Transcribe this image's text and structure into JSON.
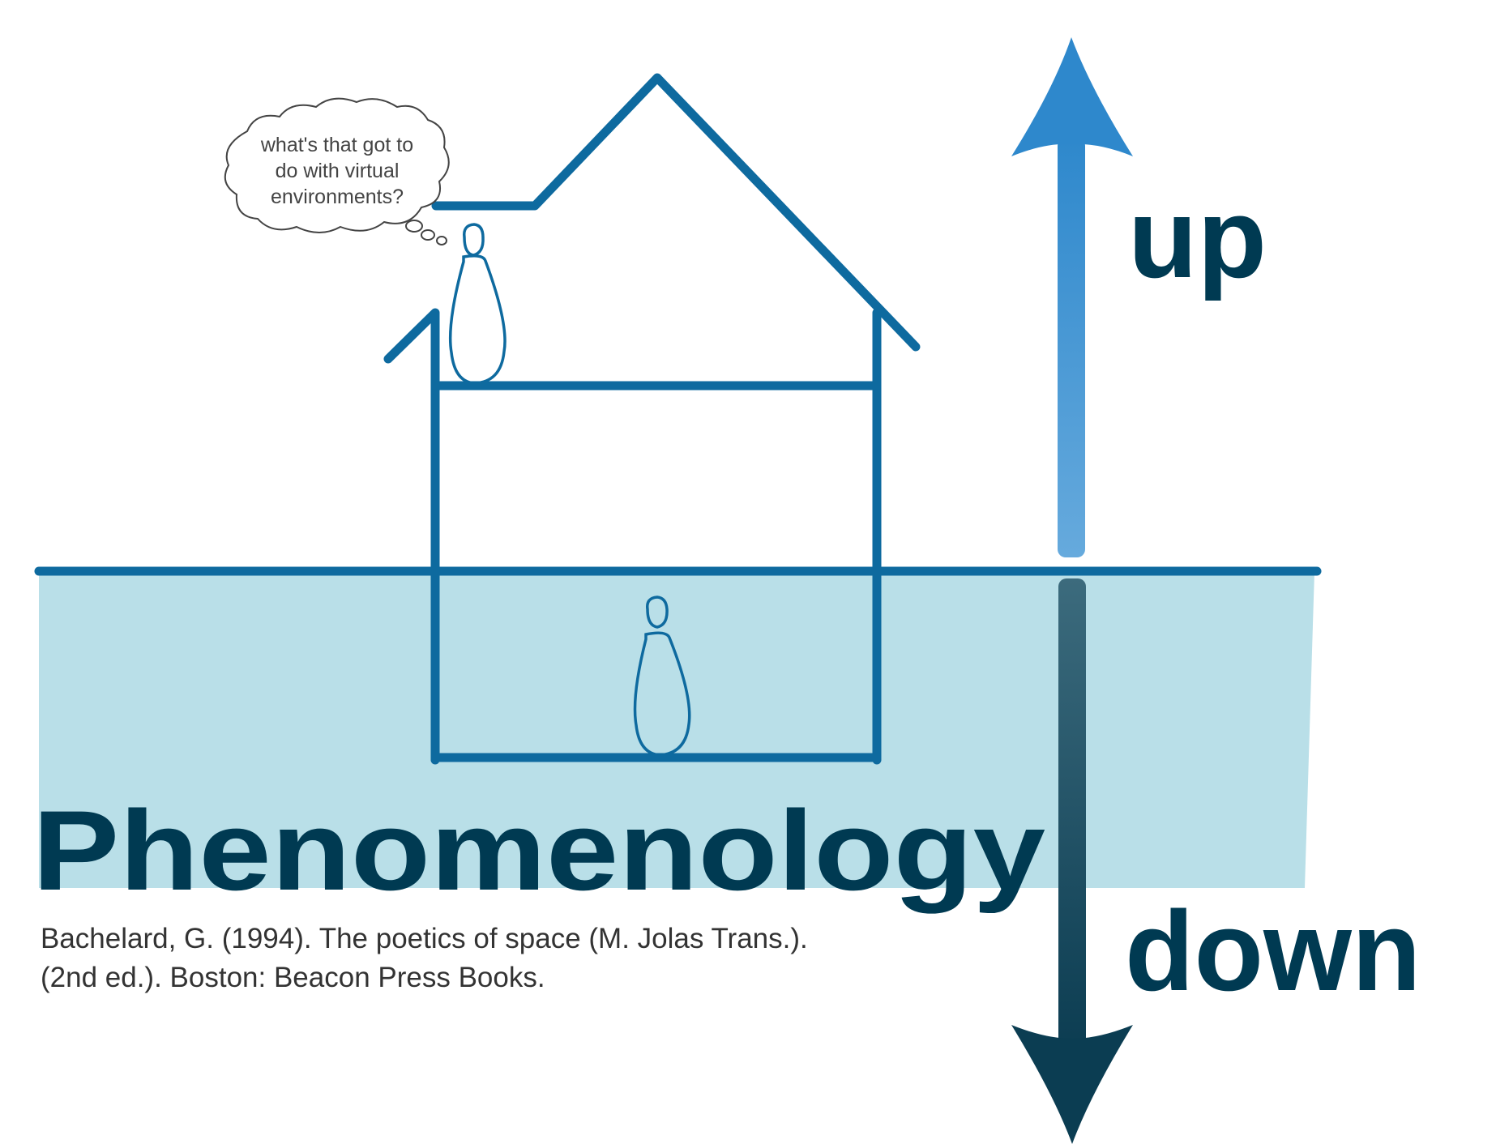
{
  "title": "Phenomenology",
  "thought_bubble": {
    "lines": [
      "what's that got to",
      "do with virtual",
      "environments?"
    ]
  },
  "arrows": {
    "up_label": "up",
    "down_label": "down"
  },
  "citation": {
    "line1": "Bachelard, G. (1994). The poetics of space (M. Jolas Trans.).",
    "line2": "(2nd ed.). Boston: Beacon Press Books."
  },
  "colors": {
    "house_line": "#0e6a9f",
    "ground_fill": "#b9dfe8",
    "text_dark": "#003a52",
    "arrow_up_top": "#2e88cc",
    "arrow_up_bottom": "#62a9dc",
    "arrow_down_top": "#3a6a7c",
    "arrow_down_bottom": "#0b3d52"
  }
}
